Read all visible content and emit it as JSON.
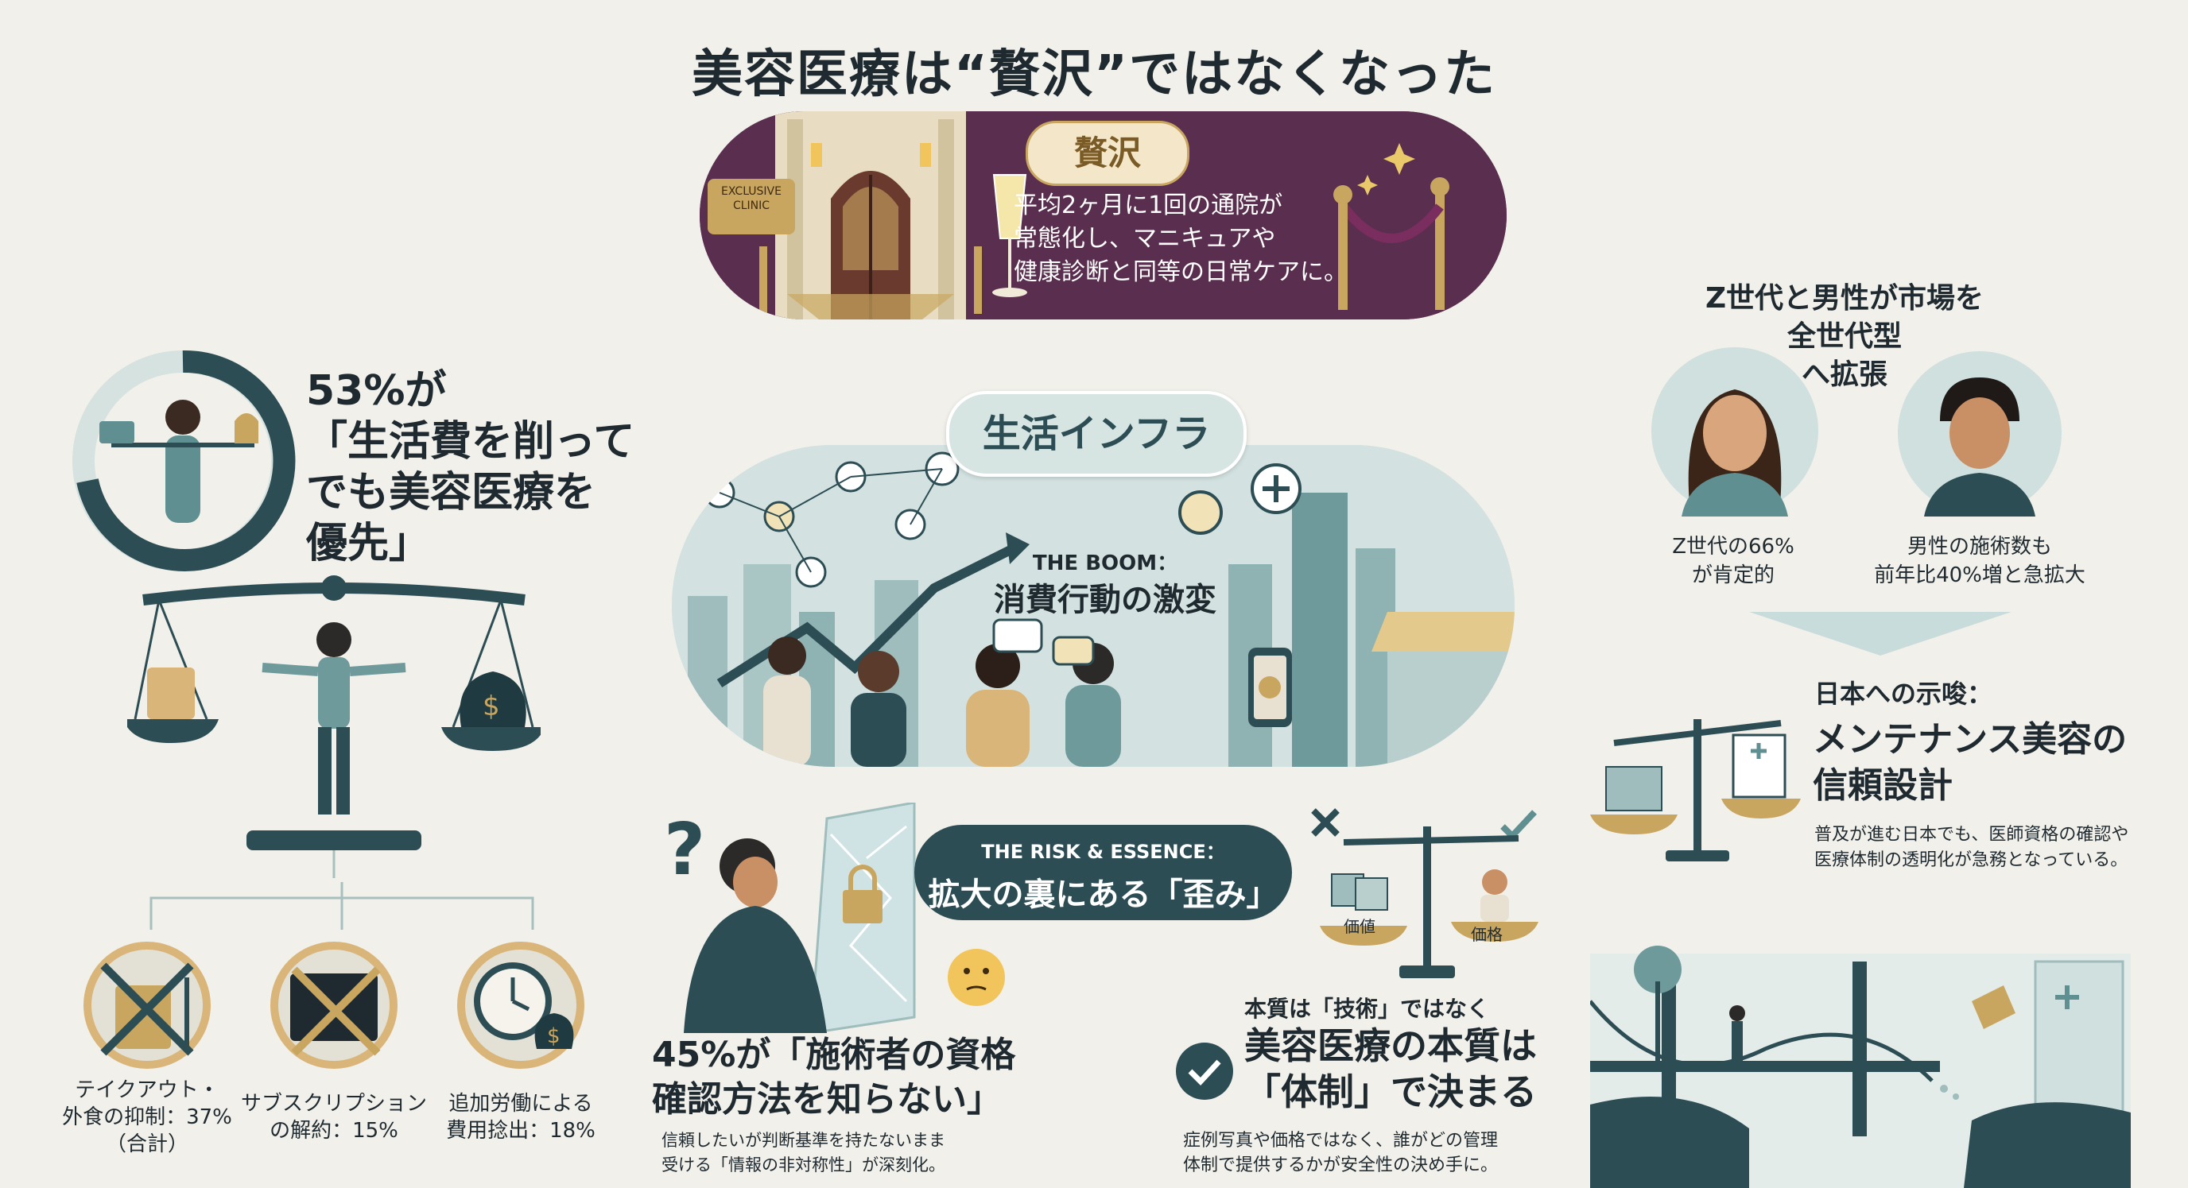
{
  "title": "美容医療は“贅沢”ではなくなった",
  "luxury": {
    "badge": "贅沢",
    "sign_line1": "EXCLUSIVE",
    "sign_line2": "CLINIC",
    "text_lines": [
      "平均2ヶ月に1回の通院が",
      "常態化し、マニキュアや",
      "健康診断と同等の日常ケアに。"
    ]
  },
  "infra": {
    "badge": "生活インフラ",
    "sub": "THE BOOM：",
    "main": "消費行動の激変"
  },
  "left": {
    "stat_lines": [
      "53%が",
      "「生活費を削って",
      "でも美容医療を",
      "優先」"
    ],
    "items": [
      {
        "icon": "takeout-crossed-icon",
        "lines": [
          "テイクアウト・",
          "外食の抑制：37%",
          "（合計）"
        ]
      },
      {
        "icon": "subscription-crossed-icon",
        "lines": [
          "サブスクリプション",
          "の解約：15%"
        ]
      },
      {
        "icon": "clock-money-icon",
        "lines": [
          "追加労働による",
          "費用捻出：18%"
        ]
      }
    ]
  },
  "risk": {
    "sub": "THE RISK & ESSENCE：",
    "main": "拡大の裏にある「歪み」",
    "stat_lines": [
      "45%が「施術者の資格",
      "確認方法を知らない」"
    ],
    "note_lines": [
      "信頼したいが判断基準を持たないまま",
      "受ける「情報の非対称性」が深刻化。"
    ],
    "scale_left_label": "価値",
    "scale_right_label": "価格",
    "essence_head": "本質は「技術」ではなく",
    "essence_main_lines": [
      "美容医療の本質は",
      "「体制」で決まる"
    ],
    "essence_body_lines": [
      "症例写真や価格ではなく、誰がどの管理",
      "体制で提供するかが安全性の決め手に。"
    ]
  },
  "right": {
    "title_lines": [
      "Z世代と男性が市場を",
      "全世代型",
      "へ拡張"
    ],
    "woman_caption": [
      "Z世代の66%",
      "が肯定的"
    ],
    "man_caption": [
      "男性の施術数も",
      "前年比40%増と急拡大"
    ],
    "japan_head": "日本への示唆：",
    "japan_main_lines": [
      "メンテナンス美容の",
      "信頼設計"
    ],
    "japan_body_lines": [
      "普及が進む日本でも、医師資格の確認や",
      "医療体制の透明化が急務となっている。"
    ]
  },
  "colors": {
    "plum": "#5a2e4e",
    "teal": "#2d4d55",
    "gold": "#c9a660",
    "bg": "#f1f0ea"
  }
}
